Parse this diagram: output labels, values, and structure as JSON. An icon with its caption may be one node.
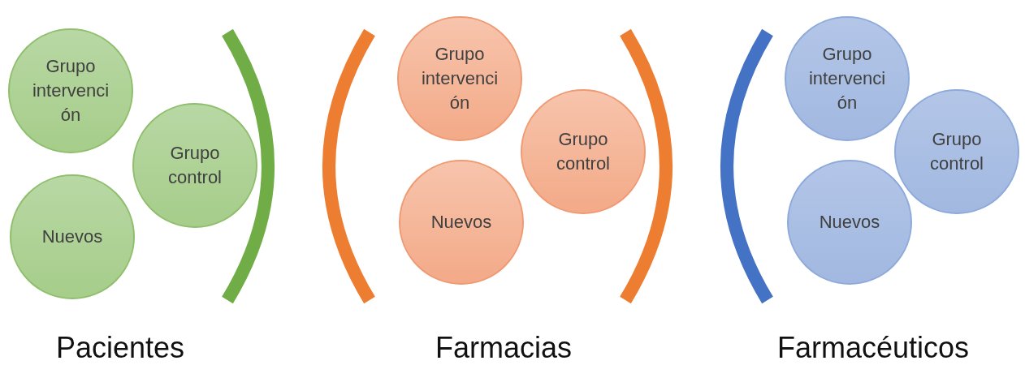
{
  "diagram": {
    "nodes": [
      {
        "text": [
          "Grupo intervención"
        ]
      },
      {
        "text": [
          "Grupo control"
        ]
      },
      {
        "text": [
          "Nuevos"
        ]
      },
      {
        "text": [
          "Grupo intervención"
        ]
      },
      {
        "text": [
          "Grupo control"
        ]
      },
      {
        "text": [
          "Nuevos"
        ]
      },
      {
        "text": [
          "Grupo intervención"
        ]
      },
      {
        "text": [
          "Grupo control"
        ]
      },
      {
        "text": [
          "Nuevos"
        ]
      }
    ],
    "labels": [
      "Pacientes",
      "Farmacias",
      "Farmacéuticos"
    ]
  }
}
